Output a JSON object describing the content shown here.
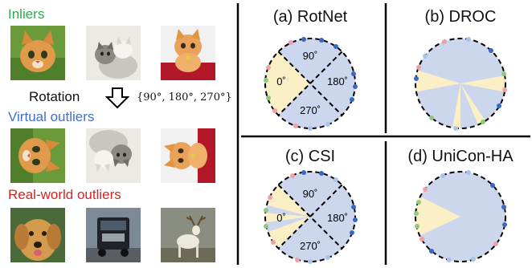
{
  "left": {
    "inliers_title": "Inliers",
    "inliers_color": "#2fa84f",
    "rotation_label": "Rotation",
    "rotation_set": "{90°, 180°, 270°}",
    "virtual_title": "Virtual outliers",
    "virtual_color": "#3f6fcf",
    "realworld_title": "Real-world outliers",
    "realworld_color": "#e02020",
    "inlier_images": [
      "kitten-face",
      "kitten-pair",
      "kitten-red-blanket"
    ],
    "virtual_images": [
      "kitten-face-rotated",
      "kitten-pair-rotated",
      "kitten-red-blanket-rotated"
    ],
    "realworld_images": [
      "golden-retriever",
      "truck",
      "deer"
    ]
  },
  "panels": [
    {
      "title": "(a) RotNet",
      "rot_labels": [
        "90˚",
        "180˚",
        "270˚",
        "0˚"
      ]
    },
    {
      "title": "(b) DROC"
    },
    {
      "title": "(c) CSI",
      "rot_labels": [
        "90˚",
        "180˚",
        "270˚",
        "0˚"
      ]
    },
    {
      "title": "(d) UniCon-HA"
    }
  ],
  "colors": {
    "region_blue": "#ccd7ee",
    "region_yellow": "#fbefc5",
    "dot_blue": "#3a66c4",
    "dot_pink": "#f2a0a8",
    "dot_green": "#8fca7a",
    "dot_light_blue": "#a9c3ec"
  }
}
